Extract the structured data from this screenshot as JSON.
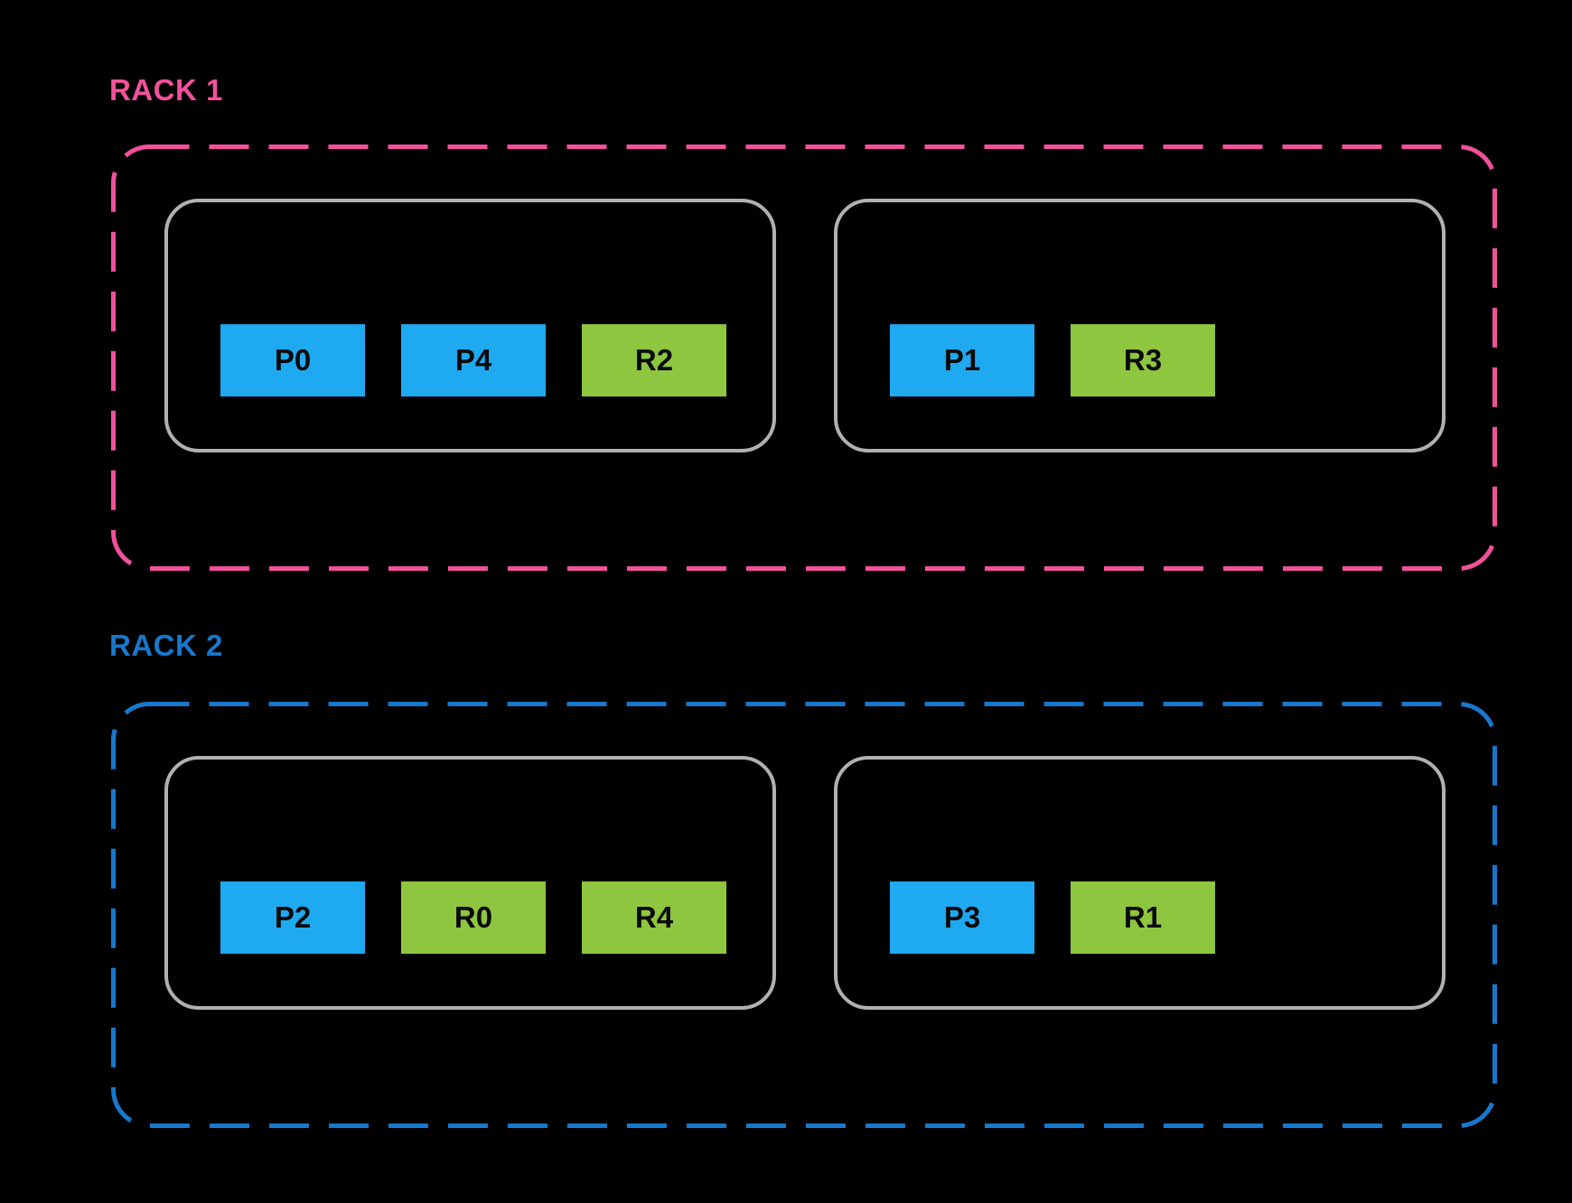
{
  "colors": {
    "background": "#000000",
    "rack1_accent": "#F2519C",
    "rack2_accent": "#1778CC",
    "node_border": "#B1B1B1",
    "shard_primary": "#1FA9F0",
    "shard_replica": "#8EC640",
    "shard_text": "#0A0A0A"
  },
  "racks": [
    {
      "label": "RACK 1",
      "nodes": [
        {
          "shards": [
            {
              "label": "P0",
              "type": "primary"
            },
            {
              "label": "P4",
              "type": "primary"
            },
            {
              "label": "R2",
              "type": "replica"
            }
          ]
        },
        {
          "shards": [
            {
              "label": "P1",
              "type": "primary"
            },
            {
              "label": "R3",
              "type": "replica"
            }
          ]
        }
      ]
    },
    {
      "label": "RACK 2",
      "nodes": [
        {
          "shards": [
            {
              "label": "P2",
              "type": "primary"
            },
            {
              "label": "R0",
              "type": "replica"
            },
            {
              "label": "R4",
              "type": "replica"
            }
          ]
        },
        {
          "shards": [
            {
              "label": "P3",
              "type": "primary"
            },
            {
              "label": "R1",
              "type": "replica"
            }
          ]
        }
      ]
    }
  ]
}
